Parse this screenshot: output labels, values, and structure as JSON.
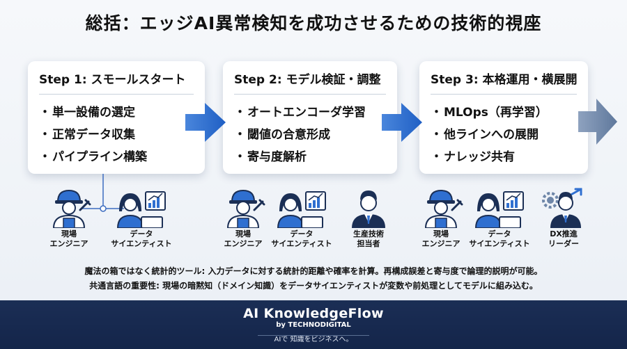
{
  "title": "総括：エッジAI異常検知を成功させるための技術的視座",
  "steps": [
    {
      "title": "Step 1: スモールスタート",
      "items": [
        "単一設備の選定",
        "正常データ収集",
        "パイプライン構築"
      ]
    },
    {
      "title": "Step 2: モデル検証・調整",
      "items": [
        "オートエンコーダ学習",
        "閾値の合意形成",
        "寄与度解析"
      ]
    },
    {
      "title": "Step 3: 本格運用・横展開",
      "items": [
        "MLOps（再学習）",
        "他ラインへの展開",
        "ナレッジ共有"
      ]
    }
  ],
  "people": {
    "engineer": "現場\nエンジニア",
    "data_scientist": "データ\nサイエンティスト",
    "production_tech": "生産技術\n担当者",
    "dx_leader": "DX推進\nリーダー"
  },
  "notes": [
    "魔法の箱ではなく統計的ツール: 入力データに対する統計的距離や確率を計算。再構成誤差と寄与度で論理的説明が可能。",
    "共通言語の重要性: 現場の暗黙知（ドメイン知識）をデータサイエンティストが変数や前処理としてモデルに組み込む。"
  ],
  "footer": {
    "brand": "AI KnowledgeFlow",
    "by": "by TECHNODIGITAL",
    "tagline": "AIで 知識をビジネスへ。"
  },
  "colors": {
    "arrow_blue": "#2f6fd0",
    "arrow_gray": "#6e86a8",
    "footer_bg": "#1b2e55"
  }
}
